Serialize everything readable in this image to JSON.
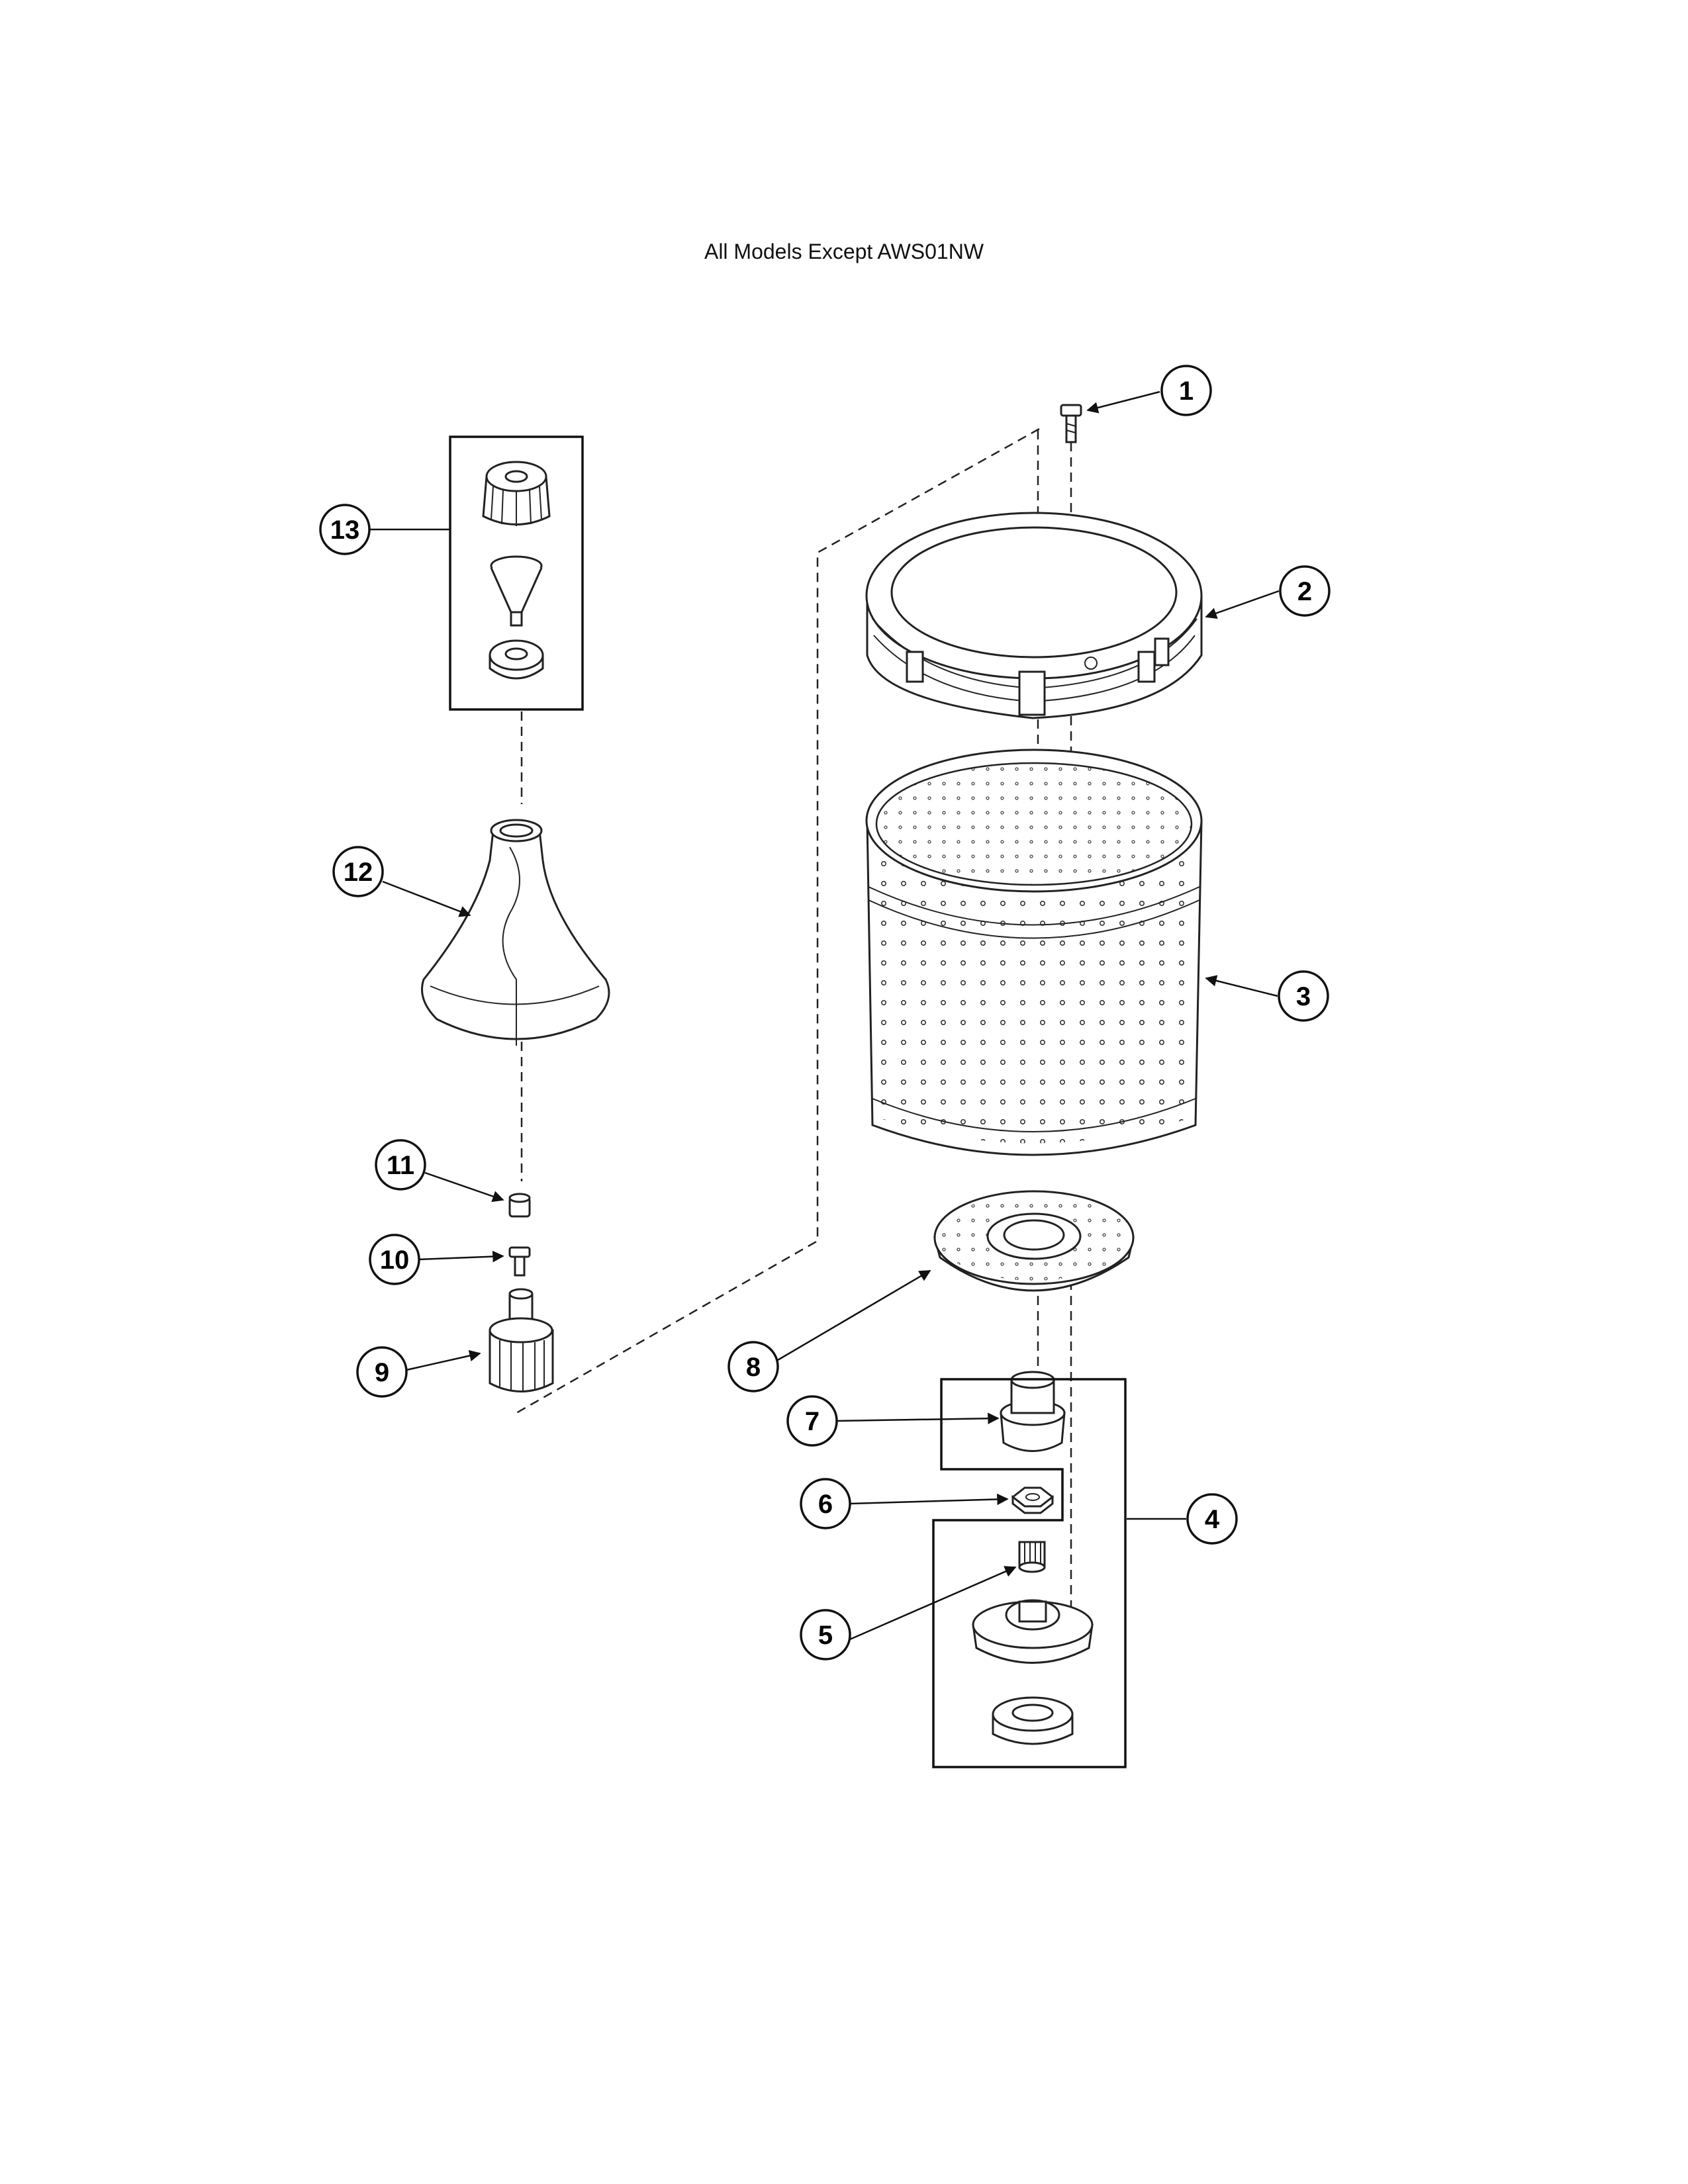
{
  "title": "All Models Except AWS01NW",
  "callouts": [
    {
      "id": "1",
      "label": "1"
    },
    {
      "id": "2",
      "label": "2"
    },
    {
      "id": "3",
      "label": "3"
    },
    {
      "id": "4",
      "label": "4"
    },
    {
      "id": "5",
      "label": "5"
    },
    {
      "id": "6",
      "label": "6"
    },
    {
      "id": "7",
      "label": "7"
    },
    {
      "id": "8",
      "label": "8"
    },
    {
      "id": "9",
      "label": "9"
    },
    {
      "id": "10",
      "label": "10"
    },
    {
      "id": "11",
      "label": "11"
    },
    {
      "id": "12",
      "label": "12"
    },
    {
      "id": "13",
      "label": "13"
    }
  ]
}
